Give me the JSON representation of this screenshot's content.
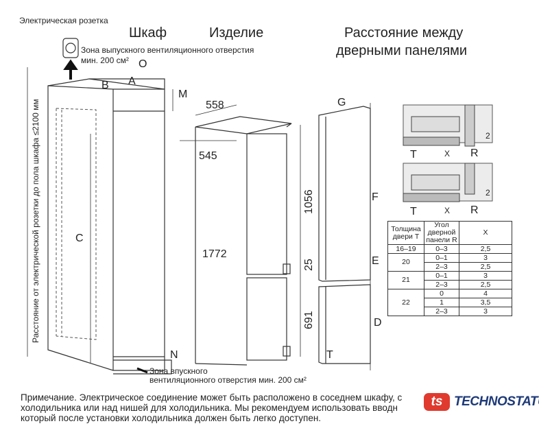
{
  "titles": {
    "cabinet": "Шкаф",
    "product": "Изделие",
    "distance_line1": "Расстояние между",
    "distance_line2": "дверными панелями"
  },
  "labels": {
    "socket": "Электрическая розетка",
    "vent_out_1": "Зона выпускного вентиляционного отверстия",
    "vent_out_2": "мин. 200 см²",
    "vent_in_1": "Зона впускного",
    "vent_in_2": "вентиляционного отверстия мин. 200 см²",
    "vertical": "Расстояние от электрической розетки до пола шкафа ≤2100 мм",
    "O": "O",
    "A": "A",
    "B": "B",
    "M": "M",
    "C": "C",
    "N": "N",
    "d558": "558",
    "d545": "545",
    "d1772": "1772",
    "d1056": "1056",
    "d25": "25",
    "d691": "691",
    "G": "G",
    "F": "F",
    "E": "E",
    "D": "D",
    "T": "T",
    "X": "X",
    "R": "R",
    "two": "2"
  },
  "table": {
    "headers": [
      "Толщина двери T",
      "Угол дверной панели R",
      "X"
    ],
    "rows": [
      {
        "t": "16–19",
        "r": "0–3",
        "x": "2,5"
      },
      {
        "t": "20",
        "r": "0–1",
        "x": "3"
      },
      {
        "t": "",
        "r": "2–3",
        "x": "2,5"
      },
      {
        "t": "21",
        "r": "0–1",
        "x": "3"
      },
      {
        "t": "",
        "r": "2–3",
        "x": "2,5"
      },
      {
        "t": "22",
        "r": "0",
        "x": "4"
      },
      {
        "t": "",
        "r": "1",
        "x": "3,5"
      },
      {
        "t": "",
        "r": "2–3",
        "x": "3"
      }
    ]
  },
  "note": [
    "Примечание. Электрическое соединение может быть расположено в соседнем шкафу, с",
    "холодильника или над нишей для холодильника. Мы рекомендуем использовать вводн",
    "который после установки холодильника должен быть легко доступен."
  ],
  "logo": {
    "mark": "ts",
    "name": "TECHNOSTATUS"
  }
}
